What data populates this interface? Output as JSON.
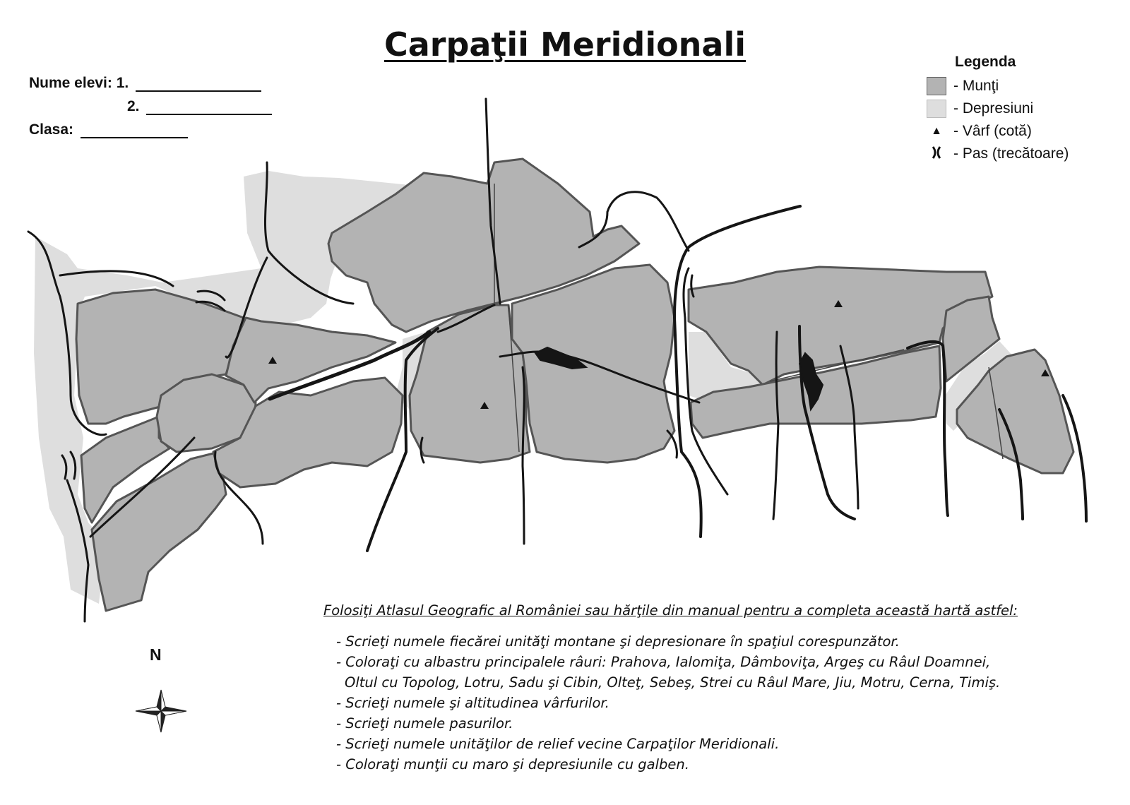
{
  "title": "Carpaţii Meridionali",
  "student_form": {
    "names_label": "Nume elevi:",
    "first_number": "1.",
    "second_number": "2.",
    "class_label": "Clasa:"
  },
  "legend": {
    "title": "Legenda",
    "items": [
      {
        "symbol": "mountain-swatch",
        "color": "#b3b3b3",
        "label": "- Munţi"
      },
      {
        "symbol": "depression-swatch",
        "color": "#dedede",
        "label": "- Depresiuni"
      },
      {
        "symbol": "peak-triangle",
        "glyph": "▲",
        "label": "- Vârf (cotă)"
      },
      {
        "symbol": "pass-marks",
        "glyph": ")(",
        "label": "- Pas (trecătoare)"
      }
    ]
  },
  "colors": {
    "mountains": "#b3b3b3",
    "depressions": "#dedede",
    "outline": "#555555",
    "rivers": "#111111",
    "lakes": "#111111"
  },
  "instructions": {
    "heading": "Folosiţi Atlasul Geografic al României sau hărţile din manual pentru a completa această hartă astfel:",
    "items": [
      "- Scrieţi numele fiecărei unităţi montane şi depresionare în spaţiul corespunzător.",
      "- Coloraţi cu albastru principalele râuri: Prahova, Ialomiţa, Dâmboviţa, Argeş cu Râul Doamnei,",
      "Oltul cu Topolog, Lotru, Sadu şi Cibin, Olteţ, Sebeş, Strei cu Râul Mare, Jiu, Motru, Cerna, Timiş.",
      "- Scrieţi numele şi altitudinea vârfurilor.",
      "- Scrieţi numele pasurilor.",
      "- Scrieţi numele unităţilor de relief vecine Carpaţilor Meridionali.",
      "- Coloraţi   munţii cu maro şi depresiunile cu galben."
    ]
  },
  "compass": {
    "label": "N",
    "icon": "compass-rose-icon"
  }
}
